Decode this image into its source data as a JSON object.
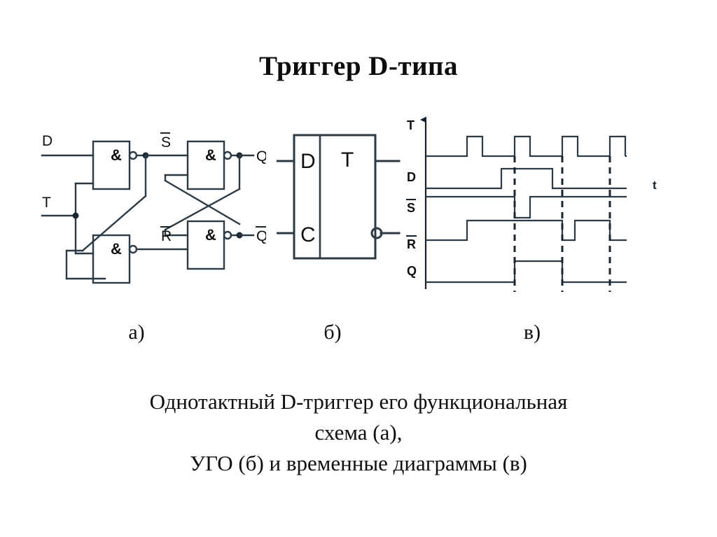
{
  "title": "Триггер D-типа",
  "figure_labels": {
    "a": "а)",
    "b": "б)",
    "v": "в)"
  },
  "caption": {
    "line1": "Однотактный D-триггер его функциональная",
    "line2": "схема (а),",
    "line3": "УГО (б) и временные диаграммы (в)"
  },
  "circuit": {
    "name": "functional-schematic",
    "inputs": [
      {
        "id": "D",
        "label": "D"
      },
      {
        "id": "T",
        "label": "T"
      }
    ],
    "gates": [
      {
        "id": "g1",
        "symbol": "&",
        "role": "nand-set"
      },
      {
        "id": "g2",
        "symbol": "&",
        "role": "nand-reset"
      },
      {
        "id": "g3",
        "symbol": "&",
        "role": "latch-q"
      },
      {
        "id": "g4",
        "symbol": "&",
        "role": "latch-nq"
      }
    ],
    "internal_nets": [
      {
        "id": "S",
        "label": "S",
        "overline": true
      },
      {
        "id": "R",
        "label": "R",
        "overline": true
      }
    ],
    "outputs": [
      {
        "id": "Q",
        "label": "Q",
        "overline": false
      },
      {
        "id": "NQ",
        "label": "Q",
        "overline": true
      }
    ]
  },
  "ugo": {
    "name": "d-flip-flop-symbol",
    "input_labels": [
      "D",
      "C"
    ],
    "type_label": "T",
    "inverted_output": true
  },
  "chart_data": {
    "type": "line",
    "title": "Временные диаграммы D-триггера",
    "xlabel": "t",
    "ylabel": "",
    "axis_label": "T",
    "time_axis_label": "t",
    "grid": false,
    "legend": false,
    "x": [
      0,
      100
    ],
    "xlim": [
      0,
      100
    ],
    "marker_lines": [
      53.0,
      77.0,
      100.5
    ],
    "series": [
      {
        "name": "T",
        "overline": false,
        "label": "T",
        "type": "digital",
        "initial": 0,
        "transitions": [
          {
            "t": 29.5,
            "value": 1
          },
          {
            "t": 37.0,
            "value": 0
          },
          {
            "t": 53.0,
            "value": 1
          },
          {
            "t": 60.5,
            "value": 0
          },
          {
            "t": 77.0,
            "value": 1
          },
          {
            "t": 84.5,
            "value": 0
          },
          {
            "t": 100.5,
            "value": 1
          },
          {
            "t": 108.0,
            "value": 0
          }
        ]
      },
      {
        "name": "D",
        "overline": false,
        "label": "D",
        "type": "digital",
        "initial": 0,
        "transitions": [
          {
            "t": 45.0,
            "value": 1
          },
          {
            "t": 68.5,
            "value": 0
          }
        ]
      },
      {
        "name": "S",
        "overline": true,
        "label": "S",
        "type": "digital",
        "initial": 1,
        "transitions": [
          {
            "t": 53.0,
            "value": 0
          },
          {
            "t": 60.5,
            "value": 1
          }
        ]
      },
      {
        "name": "R",
        "overline": true,
        "label": "R",
        "type": "digital",
        "initial": 0,
        "transitions": [
          {
            "t": 29.5,
            "value": 1
          },
          {
            "t": 77.0,
            "value": 0
          },
          {
            "t": 83.0,
            "value": 1
          },
          {
            "t": 100.5,
            "value": 0
          }
        ]
      },
      {
        "name": "Q",
        "overline": false,
        "label": "Q",
        "type": "digital",
        "initial": 0,
        "transitions": [
          {
            "t": 53.0,
            "value": 1
          },
          {
            "t": 77.0,
            "value": 0
          }
        ]
      }
    ]
  }
}
